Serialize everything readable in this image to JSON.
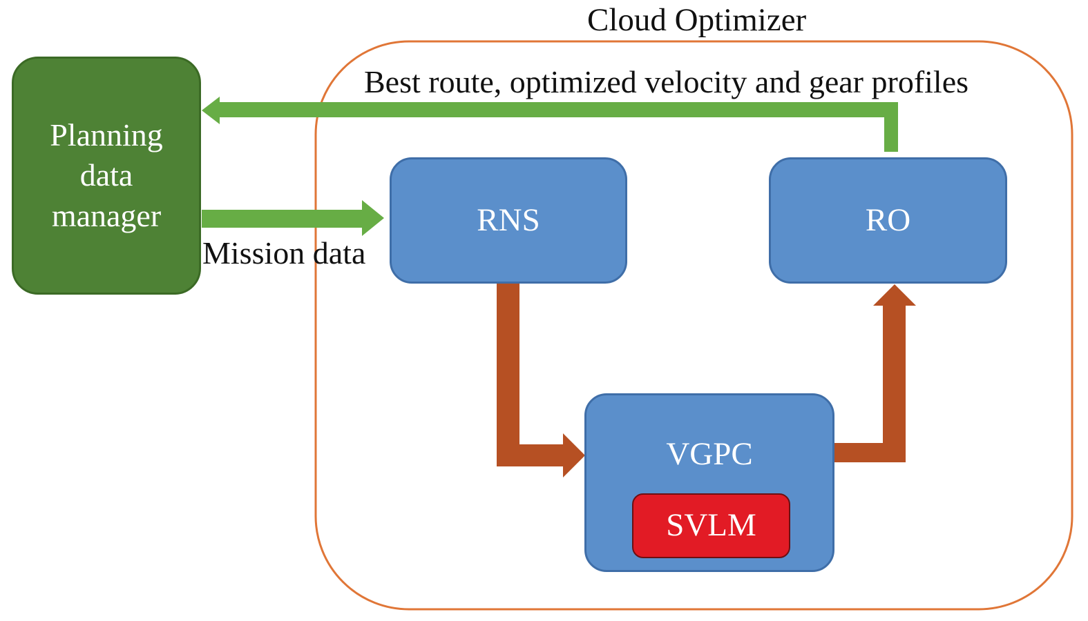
{
  "cloud_optimizer": {
    "title": "Cloud Optimizer",
    "border_color": "#e07637"
  },
  "nodes": {
    "planning": {
      "lines": [
        "Planning",
        "data",
        "manager"
      ],
      "color": "#4e8235"
    },
    "rns": {
      "label": "RNS",
      "color": "#5b8fcb"
    },
    "ro": {
      "label": "RO",
      "color": "#5b8fcb"
    },
    "vgpc": {
      "label": "VGPC",
      "color": "#5b8fcb"
    },
    "svlm": {
      "label": "SVLM",
      "color": "#e21b25"
    }
  },
  "edges": {
    "best_route": {
      "label": "Best route, optimized velocity and gear profiles",
      "color": "#67ad45"
    },
    "mission": {
      "label": "Mission data",
      "color": "#67ad45"
    },
    "process_flow_color": "#b65023"
  }
}
